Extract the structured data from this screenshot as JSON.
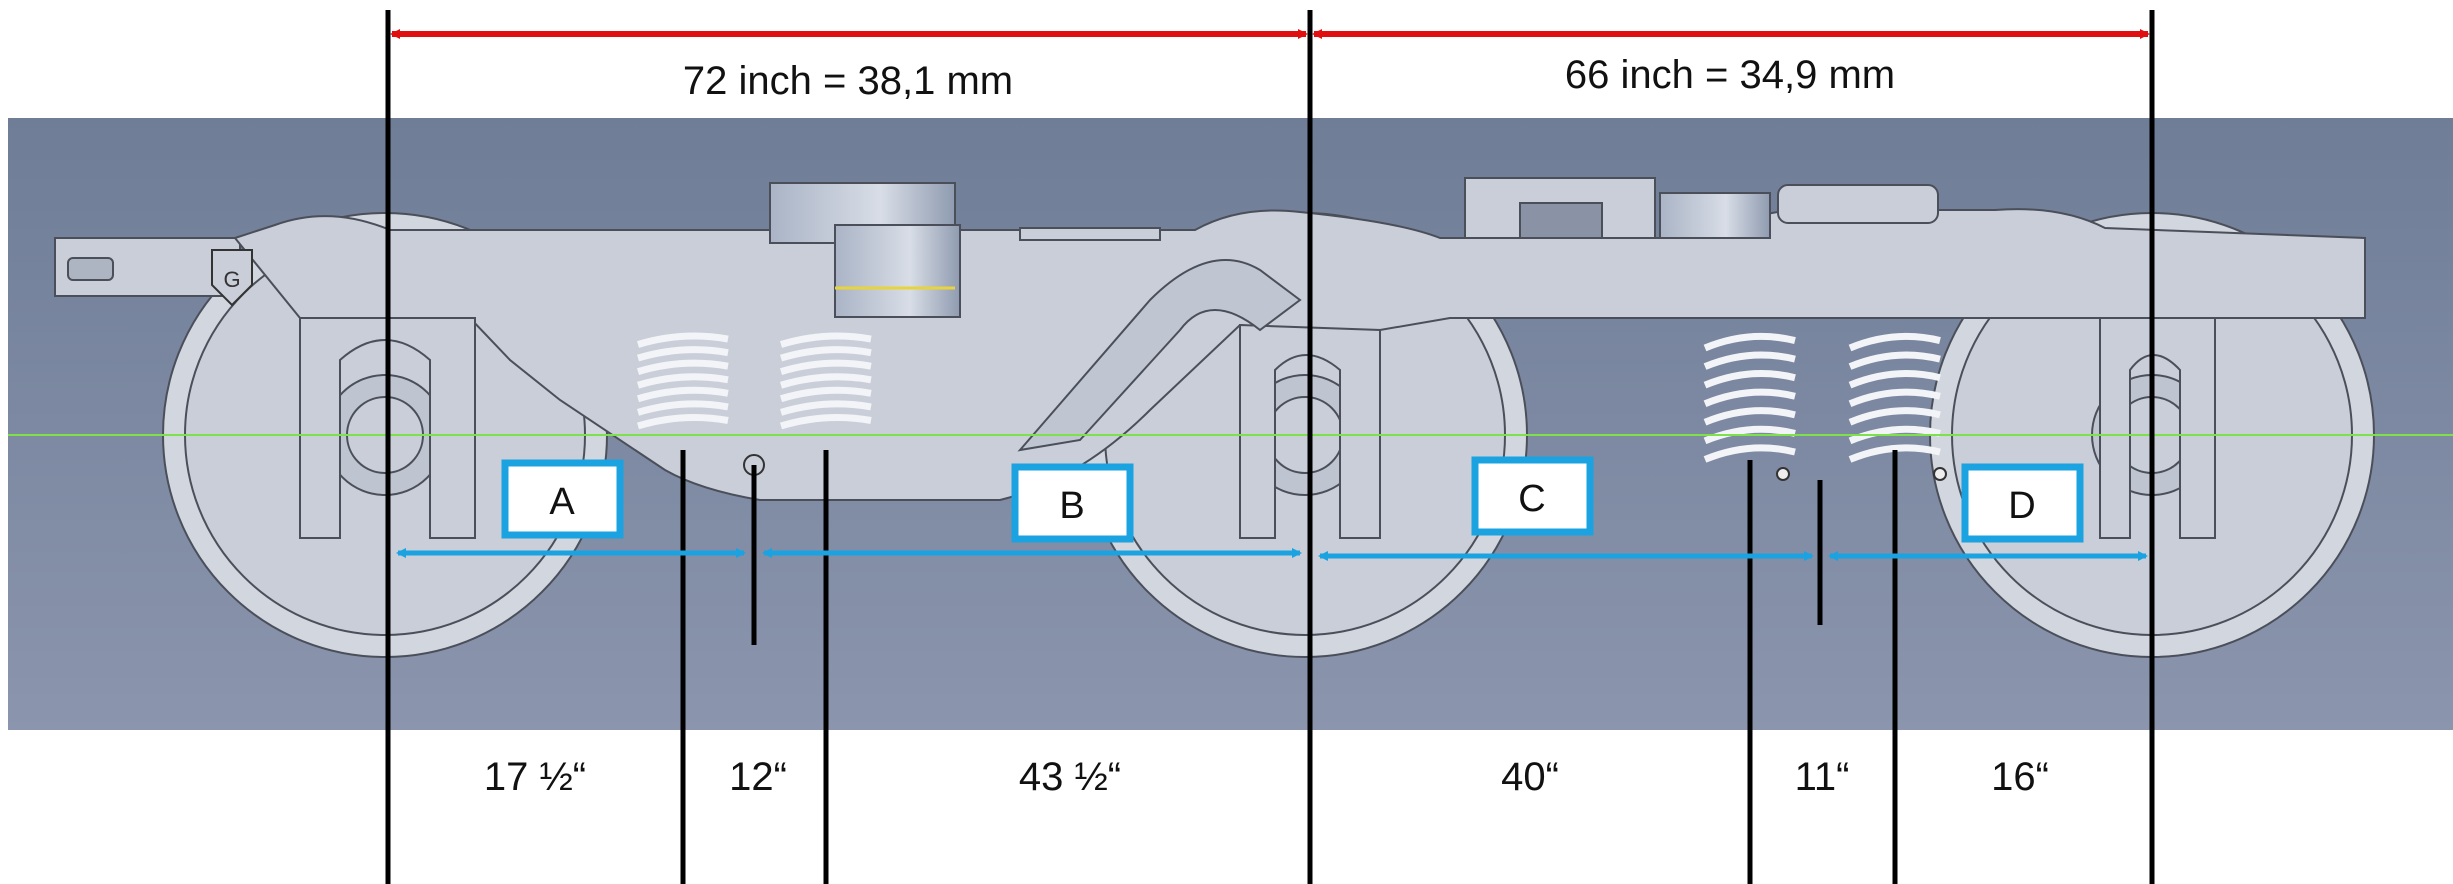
{
  "dimensions_top": {
    "left_span": "72 inch = 38,1 mm",
    "right_span": "66 inch = 34,9 mm"
  },
  "dimensions_bottom": {
    "seg1": "17 ½“",
    "seg2": "12“",
    "seg3": "43 ½“",
    "seg4": "40“",
    "seg5": "11“",
    "seg6": "16“"
  },
  "labels": {
    "a": "A",
    "b": "B",
    "c": "C",
    "d": "D"
  },
  "logo": {
    "letter": "G"
  },
  "colors": {
    "red_arrow": "#e01010",
    "blue_arrow": "#1aa3e0",
    "background_band": "#7f8aa3",
    "bogie": "#c9ced8",
    "guide_line": "#7ee04a"
  }
}
